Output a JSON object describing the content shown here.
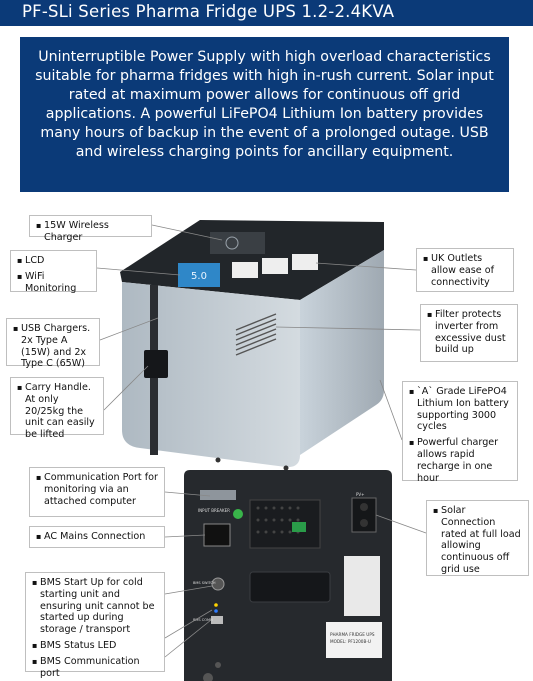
{
  "header": {
    "title": "PF-SLi Series Pharma Fridge UPS 1.2-2.4KVA"
  },
  "description": "Uninterruptible Power Supply with high overload characteristics suitable for pharma fridges with high in-rush current. Solar input rated at maximum power allows for continuous off grid applications. A powerful LiFePO4 Lithium Ion battery provides many hours of backup in the event of a prolonged outage. USB and wireless charging points for ancillary equipment.",
  "callouts": {
    "wireless": [
      "15W Wireless Charger"
    ],
    "lcd": [
      "LCD",
      "WiFi Monitoring"
    ],
    "usb": [
      "USB Chargers. 2x Type A (15W) and 2x Type C (65W)"
    ],
    "handle": [
      "Carry Handle. At only 20/25kg the unit can easily be lifted"
    ],
    "uk_outlets": [
      "UK Outlets allow ease of connectivity"
    ],
    "filter": [
      "Filter protects inverter from excessive dust build up"
    ],
    "battery": [
      "`A` Grade LiFePO4 Lithium Ion battery supporting 3000 cycles",
      "Powerful charger allows rapid recharge in one hour"
    ],
    "comm_port": [
      "Communication Port for monitoring via an attached computer"
    ],
    "ac_mains": [
      "AC Mains Connection"
    ],
    "solar": [
      "Solar Connection rated at full load allowing continuous off grid use"
    ],
    "bms": [
      "BMS Start Up for cold starting unit and ensuring unit cannot be started up during storage / transport",
      "BMS Status LED",
      "BMS Communication port"
    ]
  },
  "device": {
    "screen_text": "5.0",
    "label_title": "PHARMA FRIDGE UPS",
    "label_model": "MODEL: PF1200B-U",
    "back_labels": {
      "input_breaker": "INPUT BREAKER",
      "bms_switch": "BMS SWITCH",
      "bms_comm": "BMS COMM",
      "pv": "PV+"
    }
  },
  "colors": {
    "brand_blue": "#0b3a78"
  }
}
